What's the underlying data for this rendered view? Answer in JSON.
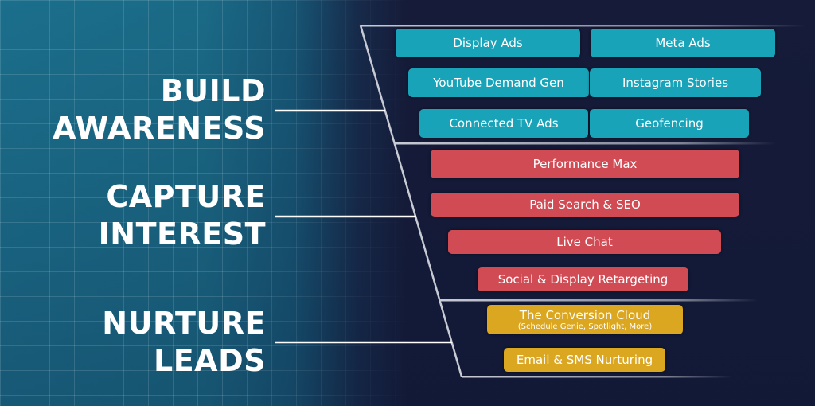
{
  "stages": [
    {
      "lines": [
        "BUILD",
        "AWARENESS"
      ]
    },
    {
      "lines": [
        "CAPTURE",
        "INTEREST"
      ]
    },
    {
      "lines": [
        "NURTURE",
        "LEADS"
      ]
    }
  ],
  "channels": {
    "awareness": [
      "Display Ads",
      "Meta Ads",
      "YouTube Demand Gen",
      "Instagram Stories",
      "Connected TV Ads",
      "Geofencing"
    ],
    "interest": [
      "Performance Max",
      "Paid Search & SEO",
      "Live Chat",
      "Social & Display Retargeting"
    ],
    "nurture": [
      {
        "label": "The Conversion Cloud",
        "sub": "(Schedule Genie, Spotlight, More)"
      },
      {
        "label": "Email & SMS Nurturing"
      }
    ]
  },
  "colors": {
    "awareness": "#18a3b9",
    "interest": "#d14b54",
    "nurture": "#dba620",
    "background": "#151b38"
  }
}
